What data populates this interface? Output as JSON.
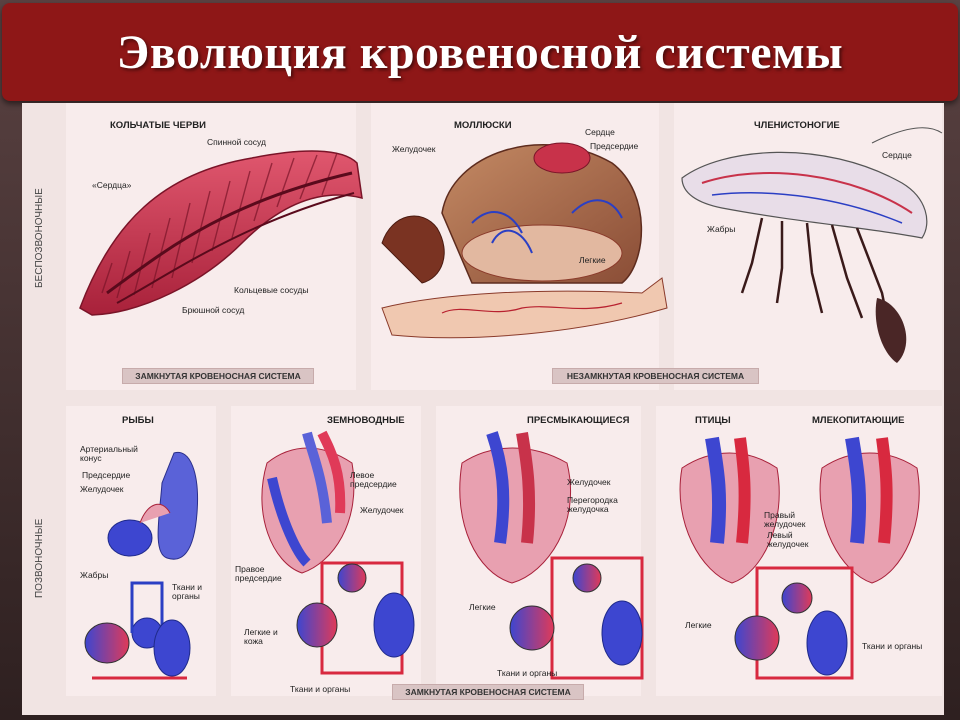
{
  "banner": {
    "title": "Эволюция кровеносной системы"
  },
  "side_labels": {
    "invertebrates": "БЕСПОЗВОНОЧНЫЕ",
    "vertebrates": "ПОЗВОНОЧНЫЕ"
  },
  "invertebrates": {
    "worms": {
      "title": "КОЛЬЧАТЫЕ ЧЕРВИ",
      "dorsal": "Спинной сосуд",
      "hearts": "«Сердца»",
      "ring": "Кольцевые сосуды",
      "ventral": "Брюшной сосуд"
    },
    "molluscs": {
      "title": "МОЛЛЮСКИ",
      "heart": "Сердце",
      "atrium": "Предсердие",
      "ventricle": "Желудочек",
      "lungs": "Легкие"
    },
    "arthropods": {
      "title": "ЧЛЕНИСТОНОГИЕ",
      "heart": "Сердце",
      "gills": "Жабры"
    },
    "closed_bar": "ЗАМКНУТАЯ КРОВЕНОСНАЯ СИСТЕМА",
    "open_bar": "НЕЗАМКНУТАЯ КРОВЕНОСНАЯ СИСТЕМА"
  },
  "vertebrates": {
    "fish": {
      "title": "РЫБЫ",
      "conus": "Артериальный конус",
      "atrium": "Предсердие",
      "ventricle": "Желудочек",
      "gills": "Жабры",
      "tissues": "Ткани и органы"
    },
    "amphibians": {
      "title": "ЗЕМНОВОДНЫЕ",
      "left_atrium": "Левое предсердие",
      "ventricle": "Желудочек",
      "right_atrium": "Правое предсердие",
      "lungs_skin": "Легкие и кожа",
      "tissues": "Ткани и органы"
    },
    "reptiles": {
      "title": "ПРЕСМЫКАЮЩИЕСЯ",
      "ventricle": "Желудочек",
      "septum": "Перегородка желудочка",
      "lungs": "Легкие",
      "tissues": "Ткани и органы"
    },
    "birds": {
      "title": "ПТИЦЫ"
    },
    "mammals": {
      "title": "МЛЕКОПИТАЮЩИЕ",
      "right_ventricle": "Правый желудочек",
      "left_ventricle": "Левый желудочек",
      "lungs": "Легкие",
      "tissues": "Ткани и органы"
    },
    "closed_bar": "ЗАМКНУТАЯ КРОВЕНОСНАЯ СИСТЕМА"
  },
  "colors": {
    "banner": "#8e1717",
    "artery": "#d8293f",
    "vein": "#2b3fc4",
    "heart_pink": "#e8a0b0"
  }
}
